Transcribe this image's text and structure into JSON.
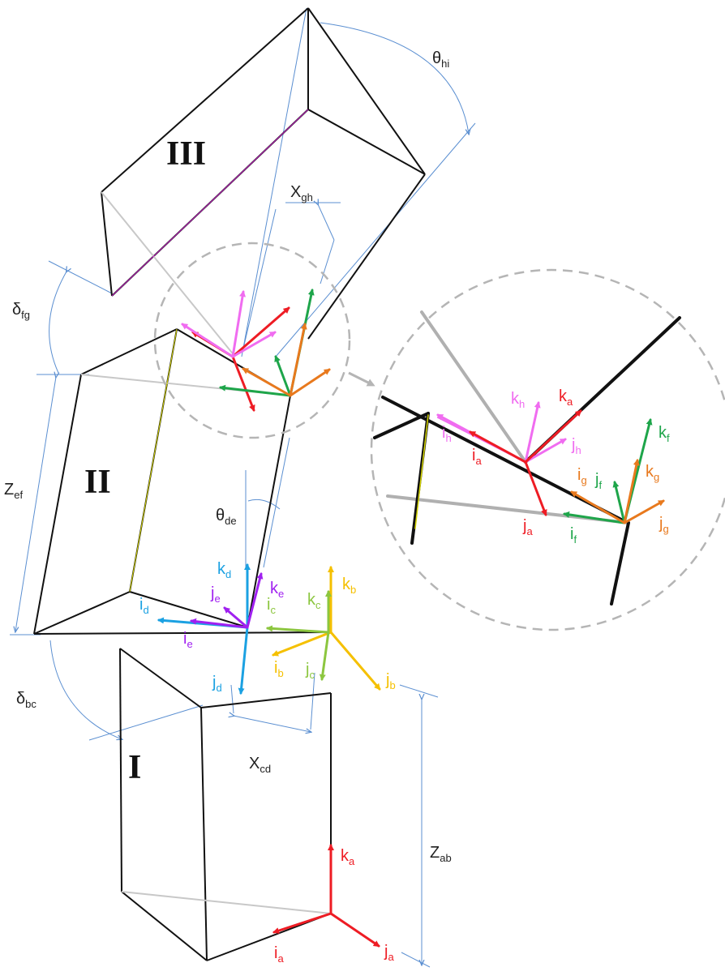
{
  "colors": {
    "edge": "#111111",
    "hidden_edge": "#bdbdbd",
    "dimension": "#5b8fd1",
    "a": "#ee1c24",
    "b": "#f5c000",
    "c": "#8cc63f",
    "d": "#1ba1e2",
    "e": "#a020f0",
    "f": "#1ea54a",
    "g": "#e8791d",
    "h": "#f06cf0",
    "zoom_circle": "#b5b5b5"
  },
  "bodies": {
    "body1": "I",
    "body2": "II",
    "body3": "III"
  },
  "dimensions": {
    "z_ab": {
      "base": "Z",
      "sub": "ab"
    },
    "x_cd": {
      "base": "X",
      "sub": "cd"
    },
    "delta_bc": {
      "base": "δ",
      "sub": "bc"
    },
    "theta_de": {
      "base": "θ",
      "sub": "de"
    },
    "z_ef": {
      "base": "Z",
      "sub": "ef"
    },
    "delta_fg": {
      "base": "δ",
      "sub": "fg"
    },
    "x_gh": {
      "base": "X",
      "sub": "gh"
    },
    "theta_hi": {
      "base": "θ",
      "sub": "hi"
    }
  },
  "frames": {
    "a_base": {
      "i": {
        "base": "i",
        "sub": "a"
      },
      "j": {
        "base": "j",
        "sub": "a"
      },
      "k": {
        "base": "k",
        "sub": "a"
      }
    },
    "b": {
      "i": {
        "base": "i",
        "sub": "b"
      },
      "j": {
        "base": "j",
        "sub": "b"
      },
      "k": {
        "base": "k",
        "sub": "b"
      }
    },
    "c": {
      "i": {
        "base": "i",
        "sub": "c"
      },
      "j": {
        "base": "j",
        "sub": "c"
      },
      "k": {
        "base": "k",
        "sub": "c"
      }
    },
    "d": {
      "i": {
        "base": "i",
        "sub": "d"
      },
      "j": {
        "base": "j",
        "sub": "d"
      },
      "k": {
        "base": "k",
        "sub": "d"
      }
    },
    "e": {
      "i": {
        "base": "i",
        "sub": "e"
      },
      "j": {
        "base": "j",
        "sub": "e"
      },
      "k": {
        "base": "k",
        "sub": "e"
      }
    },
    "zoom_a": {
      "i": {
        "base": "i",
        "sub": "a"
      },
      "j": {
        "base": "j",
        "sub": "a"
      },
      "k": {
        "base": "k",
        "sub": "a"
      }
    },
    "zoom_f": {
      "i": {
        "base": "i",
        "sub": "f"
      },
      "j": {
        "base": "j",
        "sub": "f"
      },
      "k": {
        "base": "k",
        "sub": "f"
      }
    },
    "zoom_g": {
      "i": {
        "base": "i",
        "sub": "g"
      },
      "j": {
        "base": "j",
        "sub": "g"
      },
      "k": {
        "base": "k",
        "sub": "g"
      }
    },
    "zoom_h": {
      "i": {
        "base": "i",
        "sub": "h"
      },
      "j": {
        "base": "j",
        "sub": "h"
      },
      "k": {
        "base": "k",
        "sub": "h"
      }
    }
  }
}
